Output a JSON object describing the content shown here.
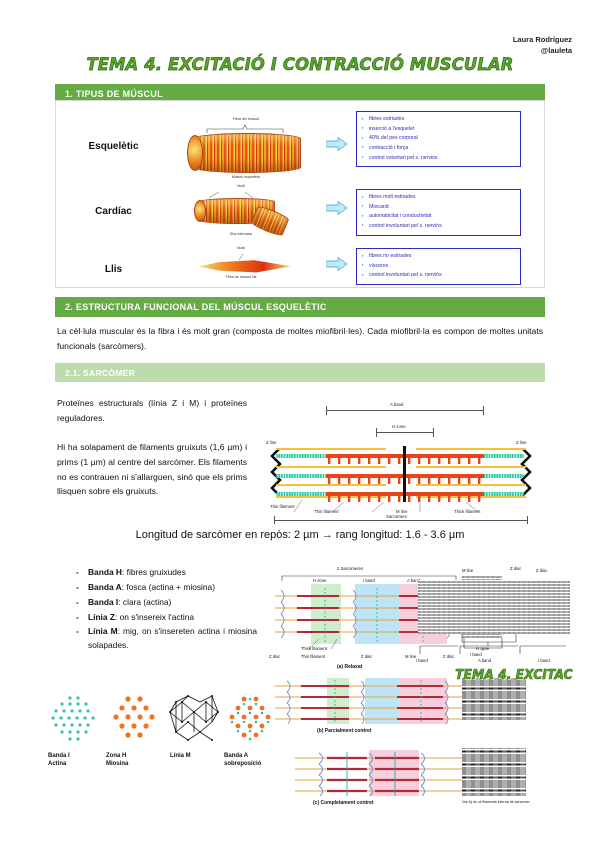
{
  "header": {
    "author_name": "Laura Rodríguez",
    "author_handle": "@lauleta",
    "doc_title": "TEMA 4. EXCITACIÓ I CONTRACCIÓ MUSCULAR",
    "watermark": "TEMA 4. EXCITAC",
    "accent_green": "#64ab46",
    "light_green": "#bcdcab",
    "title_green": "#5aa52b"
  },
  "sections": {
    "s1": "1. TIPUS DE MÚSCUL",
    "s2": "2. ESTRUCTURA FUNCIONAL DEL MÚSCUL ESQUELÈTIC",
    "s21": "2.1. SARCÒMER"
  },
  "muscle_types": [
    {
      "label": "Esquelètic",
      "image_caption_top": "Fibra del múscul",
      "image_caption_bottom": "Múscul esquelètic",
      "bullets": [
        "fibres estriades",
        "inserció a l'esquelet",
        "40% del pes corporal",
        "contracció i força",
        "control voluntari pel s. nerviós"
      ]
    },
    {
      "label": "Cardíac",
      "image_caption_top": "Nucli",
      "image_caption_bottom": "Disc intercalar",
      "bullets": [
        "fibres molt estriades",
        "Miocardi",
        "automaticitat i conductivitat",
        "control involuntari pel s. nerviós"
      ]
    },
    {
      "label": "Llis",
      "image_caption_top": "Nucli",
      "image_caption_bottom": "Fibra de múscul llis",
      "bullets": [
        "fibres no estriades",
        "vísceres",
        "control involuntari pel s. nerviós"
      ]
    }
  ],
  "body": {
    "p_estructura": "La cèl·lula muscular és la fibra i és molt gran (composta de moltes miofibril·les). Cada miofibril·la es compon de moltes unitats funcionals (sarcòmers).",
    "p_proteines": "Proteïnes estructurals (línia Z i M) i proteïnes reguladores.",
    "p_solapament": "Hi ha solapament de filaments gruixuts (1,6 µm) i prims (1 µm) al centre del sarcòmer. Els filaments no es contrauen ni s'allarguen, sinó que els prims llisquen sobre els gruixuts.",
    "length_line": "Longitud de sarcòmer en repòs: 2 µm → rang longitud: 1.6 - 3.6 µm"
  },
  "bands": [
    {
      "name": "Banda H",
      "desc": ": fibres gruixudes"
    },
    {
      "name": "Banda A",
      "desc": ": fosca (actina + miosina)"
    },
    {
      "name": "Banda I",
      "desc": ": clara (actina)"
    },
    {
      "name": "Línia Z",
      "desc": ": on s'insereix l'actina"
    },
    {
      "name": "Línia M",
      "desc": ": mig, on s'insereten actina i miosina solapades."
    }
  ],
  "sarcomere_figure": {
    "z_line_left": "Z line",
    "z_line_right": "Z line",
    "a_band": "A band",
    "h_zone": "H zone",
    "thin_filament_left": "Thin filament",
    "thin_filament_mid": "Thin filament",
    "thick_filament": "Thick filament",
    "m_line": "M line",
    "sarcomere": "Sarcomere"
  },
  "panels": {
    "two_sarcomeres": "2 Sarcomeres",
    "h_zone": "H zone",
    "i_band": "I band",
    "a_band": "A band",
    "z_disc": "Z disc",
    "m_line": "M line",
    "thick_filament": "Thick filament",
    "thin_filament": "Thin filament",
    "caption_relaxed": "(a) Relaxat",
    "caption_partial": "(b) Parcialment contret",
    "caption_full": "(c) Completament contret",
    "micro_z_disc": "Z disc",
    "micro_i_band": "I band",
    "micro_m_line": "M line",
    "micro_h_zone": "H zone",
    "micro_a_band": "A band",
    "micro_caption": "líne A) An of filaments interna de sarcomer"
  },
  "cross_sections": [
    {
      "line1": "Banda I",
      "line2": "Actina"
    },
    {
      "line1": "Zona H",
      "line2": "Miosina"
    },
    {
      "line1": "Línia M",
      "line2": ""
    },
    {
      "line1": "Banda A",
      "line2": "sobreposició"
    }
  ]
}
